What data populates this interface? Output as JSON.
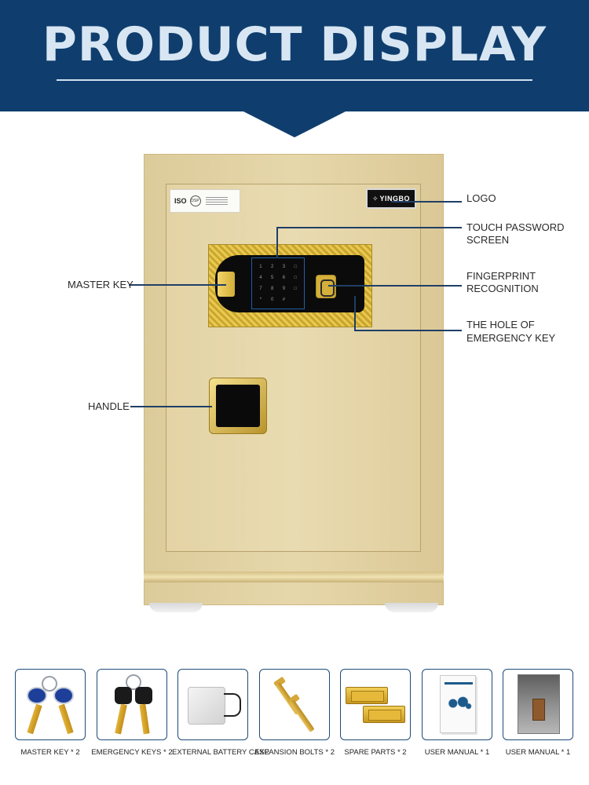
{
  "banner": {
    "title": "PRODUCT DISPLAY"
  },
  "colors": {
    "banner": "#0f3e6e",
    "accent_line": "#1f3f66",
    "box_border": "#1e4b7a",
    "safe_gold": "#e3d3a5"
  },
  "safe": {
    "sticker": {
      "iso": "ISO",
      "seal": "DSP"
    },
    "brand_plate": {
      "mark": "✧",
      "name": "YINGBO"
    },
    "keypad": [
      "1",
      "2",
      "3",
      "□",
      "4",
      "5",
      "6",
      "□",
      "7",
      "8",
      "9",
      "□",
      "*",
      "0",
      "#",
      ""
    ]
  },
  "callouts": {
    "logo": "LOGO",
    "touch_password_1": "TOUCH PASSWORD",
    "touch_password_2": "SCREEN",
    "fingerprint_1": "FINGERPRINT",
    "fingerprint_2": "RECOGNITION",
    "emergency_hole_1": "THE HOLE OF",
    "emergency_hole_2": "EMERGENCY KEY",
    "master_key": "MASTER KEY",
    "handle": "HANDLE"
  },
  "accessories": [
    {
      "label": "MASTER KEY * 2",
      "icon": "master-key-icon"
    },
    {
      "label": "EMERGENCY KEYS * 2",
      "icon": "emergency-key-icon"
    },
    {
      "label": "EXTERNAL BATTERY CASE",
      "icon": "battery-case-icon"
    },
    {
      "label": "EXPANSION BOLTS * 2",
      "icon": "expansion-bolt-icon"
    },
    {
      "label": "SPARE PARTS * 2",
      "icon": "spare-parts-icon"
    },
    {
      "label": "USER MANUAL * 1",
      "icon": "user-manual-icon"
    },
    {
      "label": "USER MANUAL * 1",
      "icon": "user-manual-dark-icon"
    }
  ]
}
